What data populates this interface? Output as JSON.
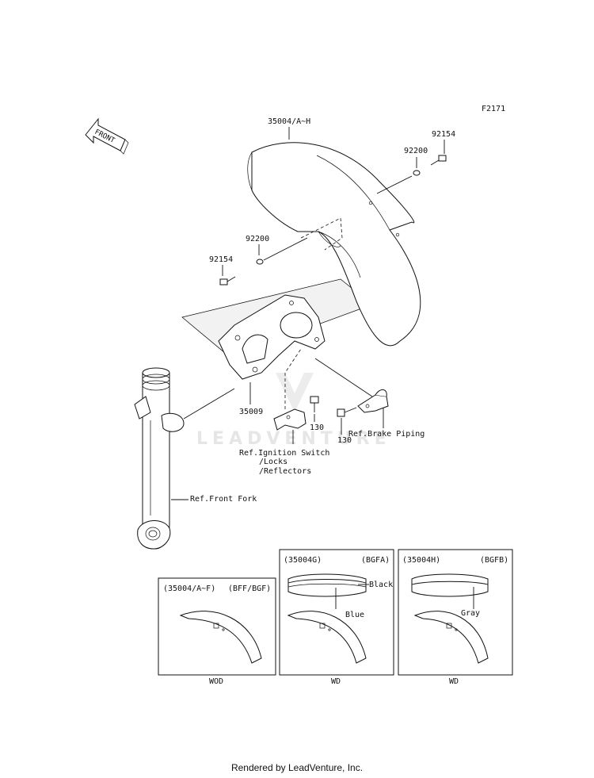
{
  "figure_code": "F2171",
  "front_label": "FRONT",
  "watermark": "LEADVENTURE",
  "parts": {
    "fender": "35004/A~H",
    "washer_top": "92200",
    "bolt_top": "92154",
    "washer_left": "92200",
    "bolt_left": "92154",
    "bracket": "35009",
    "bolt_a": "130",
    "bolt_b": "130"
  },
  "refs": {
    "ignition_line1": "Ref.Ignition Switch",
    "ignition_line2": "/Locks",
    "ignition_line3": "/Reflectors",
    "brake_piping": "Ref.Brake Piping",
    "front_fork": "Ref.Front Fork"
  },
  "variants": [
    {
      "part": "(35004/A~F)",
      "code": "(BFF/BGF)",
      "caption": "WOD",
      "notes": []
    },
    {
      "part": "(35004G)",
      "code": "(BGFA)",
      "caption": "WD",
      "notes": [
        "Black",
        "Blue"
      ]
    },
    {
      "part": "(35004H)",
      "code": "(BGFB)",
      "caption": "WD",
      "notes": [
        "Gray"
      ]
    }
  ],
  "footer": "Rendered by LeadVenture, Inc."
}
